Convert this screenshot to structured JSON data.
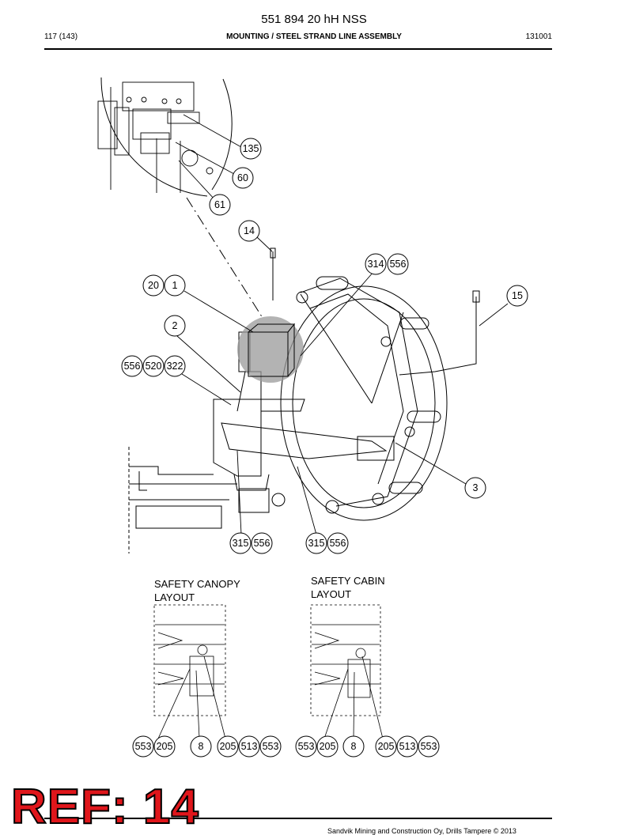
{
  "header": {
    "title": "551 894 20 hH NSS",
    "page": "117 (143)",
    "section": "MOUNTING / STEEL STRAND LINE ASSEMBLY",
    "date_code": "131001"
  },
  "callouts_main": [
    "135",
    "60",
    "61",
    "14",
    "314",
    "556",
    "20",
    "1",
    "15",
    "2",
    "556",
    "520",
    "322",
    "3",
    "315",
    "556",
    "315",
    "556"
  ],
  "layouts": {
    "canopy_label": "SAFETY CANOPY\nLAYOUT",
    "cabin_label": "SAFETY CABIN\nLAYOUT",
    "canopy_callouts": [
      "553",
      "205",
      "8",
      "205",
      "513",
      "553"
    ],
    "cabin_callouts": [
      "553",
      "205",
      "8",
      "205",
      "513",
      "553"
    ]
  },
  "stamp": "REF: 14",
  "footer": "Sandvik Mining and Construction Oy, Drills Tampere © 2013",
  "colors": {
    "stamp_red": "#e0161b",
    "highlight_gray": "#9a9a9a"
  }
}
